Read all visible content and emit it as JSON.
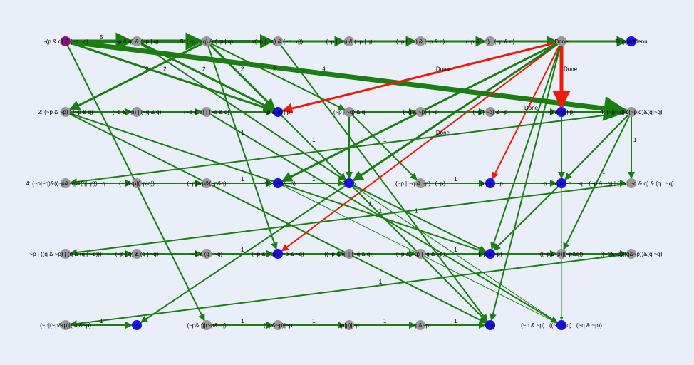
{
  "graph": {
    "colors": {
      "background": "#eaeef8",
      "edge_green": "#1a7f10",
      "edge_red": "#ee1a0a",
      "node_gray": "#999999",
      "node_blue": "#1a10ee",
      "node_purple": "#8a1080"
    },
    "nodes": [
      {
        "id": "n00",
        "label": "~(p & q) & (~p | q)",
        "color": "purple",
        "row": 0,
        "col": 0
      },
      {
        "id": "n01",
        "label": "~p & q) & (~p | q)",
        "color": "gray",
        "row": 0,
        "col": 1
      },
      {
        "id": "n02",
        "label": "5: (~p | ~q) & (~p | q)",
        "color": "gray",
        "row": 0,
        "col": 2
      },
      {
        "id": "n03",
        "label": "((~p | ~q) & (~p | q))",
        "color": "gray",
        "row": 0,
        "col": 3
      },
      {
        "id": "n04",
        "label": "(~p | ~q) & (~p | q)",
        "color": "gray",
        "row": 0,
        "col": 4
      },
      {
        "id": "n05",
        "label": "(~p | ~q) & (~p & q)",
        "color": "gray",
        "row": 0,
        "col": 5
      },
      {
        "id": "n06",
        "label": "(~p & ~q) | (~p & q)",
        "color": "gray",
        "row": 0,
        "col": 6
      },
      {
        "id": "n07",
        "label": "Done",
        "color": "gray",
        "row": 0,
        "col": 7
      },
      {
        "id": "n08",
        "label": "TriggerMenu",
        "color": "blue",
        "row": 0,
        "col": 8
      },
      {
        "id": "n10",
        "label": "2: (~p & ~p) | (~p & q)",
        "color": "gray",
        "row": 1,
        "col": 0
      },
      {
        "id": "n11",
        "label": "(~q & ~p) | (~q & q)",
        "color": "gray",
        "row": 1,
        "col": 1
      },
      {
        "id": "n12",
        "label": "(~p & q) | (~q & q)",
        "color": "gray",
        "row": 1,
        "col": 2
      },
      {
        "id": "n13",
        "label": "~p & (q | p)",
        "color": "blue",
        "row": 1,
        "col": 3
      },
      {
        "id": "n14",
        "label": "(~p | ~q) & q",
        "color": "gray",
        "row": 1,
        "col": 4
      },
      {
        "id": "n15",
        "label": "(~q & ~p) | ~p",
        "color": "gray",
        "row": 1,
        "col": 5
      },
      {
        "id": "n16",
        "label": "(~p | ~q) & ~p",
        "color": "gray",
        "row": 1,
        "col": 6
      },
      {
        "id": "n17",
        "label": "(p & q) | p)",
        "color": "blue",
        "row": 1,
        "col": 7
      },
      {
        "id": "n18",
        "label": "4: (~p|~q)&(~p|q)&(q|~q)",
        "color": "gray",
        "row": 1,
        "col": 8
      },
      {
        "id": "n20",
        "label": "4: (~p|~q)&((~p&~q)&(q|~p))|~q",
        "color": "gray",
        "row": 2,
        "col": 0
      },
      {
        "id": "n21",
        "label": "(~p&q)|(~p|q))",
        "color": "gray",
        "row": 2,
        "col": 1
      },
      {
        "id": "n22",
        "label": "(~p|~q)&(~p&q)",
        "color": "gray",
        "row": 2,
        "col": 2
      },
      {
        "id": "n23",
        "label": "~p|(~p&q&~p)",
        "color": "blue",
        "row": 2,
        "col": 3
      },
      {
        "id": "n24",
        "label": "2: ~p",
        "color": "blue",
        "row": 2,
        "col": 4
      },
      {
        "id": "n25",
        "label": "(~p | ~q & ~p) | (~p)",
        "color": "gray",
        "row": 2,
        "col": 5
      },
      {
        "id": "n26",
        "label": "~p | p | ~p",
        "color": "blue",
        "row": 2,
        "col": 6
      },
      {
        "id": "n27",
        "label": "~p | ~q & ~p | ~q",
        "color": "blue",
        "row": 2,
        "col": 7
      },
      {
        "id": "n28",
        "label": "(~p & ~q) | (~p | ~q & q) & (q | ~q)",
        "color": "gray",
        "row": 2,
        "col": 8
      },
      {
        "id": "n30",
        "label": "~p | ((q & ~p) | (q & (q | ~q)))",
        "color": "gray",
        "row": 3,
        "col": 0
      },
      {
        "id": "n31",
        "label": "(~p | q) & (q | ~q)",
        "color": "gray",
        "row": 3,
        "col": 1
      },
      {
        "id": "n32",
        "label": "~p & (q | ~q)",
        "color": "gray",
        "row": 3,
        "col": 2
      },
      {
        "id": "n33",
        "label": "(~p & ~q) | (~p & ~q)",
        "color": "blue",
        "row": 3,
        "col": 3
      },
      {
        "id": "n34",
        "label": "((~p & q) | (~q & q))",
        "color": "gray",
        "row": 3,
        "col": 4
      },
      {
        "id": "n35",
        "label": "(~p & ~q) | (q & ~p)",
        "color": "gray",
        "row": 3,
        "col": 5
      },
      {
        "id": "n36",
        "label": "(~p & ~p)",
        "color": "blue",
        "row": 3,
        "col": 6
      },
      {
        "id": "n37",
        "label": "((~p&~p)|(~p&q))",
        "color": "gray",
        "row": 3,
        "col": 7
      },
      {
        "id": "n38",
        "label": "((~q&~p)|(q&~p))&(q|~q)",
        "color": "gray",
        "row": 3,
        "col": 8
      },
      {
        "id": "n40",
        "label": "(~p|(~p&q))|(~q&~p)",
        "color": "gray",
        "row": 4,
        "col": 0
      },
      {
        "id": "n41",
        "label": "~p",
        "color": "blue",
        "row": 4,
        "col": 1
      },
      {
        "id": "n42",
        "label": "(~p&q)|(~p&~q)",
        "color": "gray",
        "row": 4,
        "col": 2
      },
      {
        "id": "n43",
        "label": "(~p&~p)|~p",
        "color": "gray",
        "row": 4,
        "col": 3
      },
      {
        "id": "n44",
        "label": "(p|p)|~p",
        "color": "gray",
        "row": 4,
        "col": 4
      },
      {
        "id": "n45",
        "label": "~p&~p",
        "color": "gray",
        "row": 4,
        "col": 5
      },
      {
        "id": "n46",
        "label": "(~p)",
        "color": "blue",
        "row": 4,
        "col": 6
      },
      {
        "id": "n47",
        "label": "(~p & ~p) | ((~q & q) | (~q & ~p))",
        "color": "blue",
        "row": 4,
        "col": 7
      }
    ],
    "edges": [
      {
        "from": "n00",
        "to": "n01",
        "color": "green",
        "weight": 5,
        "label": "5"
      },
      {
        "from": "n01",
        "to": "n02",
        "color": "green",
        "weight": 5,
        "label": ""
      },
      {
        "from": "n02",
        "to": "n03",
        "color": "green",
        "weight": 4,
        "label": ""
      },
      {
        "from": "n03",
        "to": "n04",
        "color": "green",
        "weight": 3,
        "label": ""
      },
      {
        "from": "n04",
        "to": "n05",
        "color": "green",
        "weight": 3,
        "label": ""
      },
      {
        "from": "n05",
        "to": "n06",
        "color": "green",
        "weight": 3,
        "label": ""
      },
      {
        "from": "n06",
        "to": "n07",
        "color": "green",
        "weight": 3,
        "label": ""
      },
      {
        "from": "n07",
        "to": "n08",
        "color": "green",
        "weight": 3,
        "label": ""
      },
      {
        "from": "n00",
        "to": "n18",
        "color": "green",
        "weight": 7,
        "label": "4"
      },
      {
        "from": "n00",
        "to": "n13",
        "color": "green",
        "weight": 3,
        "label": "2"
      },
      {
        "from": "n01",
        "to": "n13",
        "color": "green",
        "weight": 3,
        "label": "2"
      },
      {
        "from": "n02",
        "to": "n13",
        "color": "green",
        "weight": 3,
        "label": "2"
      },
      {
        "from": "n02",
        "to": "n10",
        "color": "green",
        "weight": 3,
        "label": "2"
      },
      {
        "from": "n02",
        "to": "n14",
        "color": "green",
        "weight": 2,
        "label": "2"
      },
      {
        "from": "n07",
        "to": "n13",
        "color": "red",
        "weight": 3,
        "label": "Done"
      },
      {
        "from": "n07",
        "to": "n17",
        "color": "red",
        "weight": 5,
        "label": "Done"
      },
      {
        "from": "n07",
        "to": "n26",
        "color": "red",
        "weight": 2,
        "label": ""
      },
      {
        "from": "n07",
        "to": "n33",
        "color": "red",
        "weight": 2,
        "label": "Done"
      },
      {
        "from": "n07",
        "to": "n23",
        "color": "green",
        "weight": 3,
        "label": ""
      },
      {
        "from": "n07",
        "to": "n24",
        "color": "green",
        "weight": 3,
        "label": ""
      },
      {
        "from": "n07",
        "to": "n36",
        "color": "green",
        "weight": 2,
        "label": ""
      },
      {
        "from": "n07",
        "to": "n46",
        "color": "green",
        "weight": 2,
        "label": ""
      },
      {
        "from": "n10",
        "to": "n11",
        "color": "green",
        "weight": 2,
        "label": ""
      },
      {
        "from": "n11",
        "to": "n12",
        "color": "green",
        "weight": 2,
        "label": ""
      },
      {
        "from": "n12",
        "to": "n13",
        "color": "green",
        "weight": 2,
        "label": ""
      },
      {
        "from": "n14",
        "to": "n15",
        "color": "green",
        "weight": 2,
        "label": ""
      },
      {
        "from": "n15",
        "to": "n16",
        "color": "green",
        "weight": 2,
        "label": ""
      },
      {
        "from": "n16",
        "to": "n17",
        "color": "green",
        "weight": 2,
        "label": "Done"
      },
      {
        "from": "n17",
        "to": "n18",
        "color": "green",
        "weight": 2,
        "label": ""
      },
      {
        "from": "n10",
        "to": "n46",
        "color": "green",
        "weight": 2,
        "label": ""
      },
      {
        "from": "n10",
        "to": "n36",
        "color": "green",
        "weight": 2,
        "label": ""
      },
      {
        "from": "n13",
        "to": "n24",
        "color": "green",
        "weight": 2,
        "label": "1"
      },
      {
        "from": "n14",
        "to": "n24",
        "color": "green",
        "weight": 2,
        "label": ""
      },
      {
        "from": "n14",
        "to": "n25",
        "color": "green",
        "weight": 2,
        "label": "1"
      },
      {
        "from": "n17",
        "to": "n27",
        "color": "green",
        "weight": 2,
        "label": ""
      },
      {
        "from": "n17",
        "to": "n47",
        "color": "green",
        "weight": 1,
        "label": ""
      },
      {
        "from": "n18",
        "to": "n28",
        "color": "green",
        "weight": 2,
        "label": "1"
      },
      {
        "from": "n18",
        "to": "n37",
        "color": "green",
        "weight": 2,
        "label": "1"
      },
      {
        "from": "n18",
        "to": "n27",
        "color": "green",
        "weight": 2,
        "label": ""
      },
      {
        "from": "n18",
        "to": "n20",
        "color": "green",
        "weight": 2,
        "label": ""
      },
      {
        "from": "n20",
        "to": "n21",
        "color": "green",
        "weight": 2,
        "label": ""
      },
      {
        "from": "n21",
        "to": "n22",
        "color": "green",
        "weight": 2,
        "label": ""
      },
      {
        "from": "n22",
        "to": "n23",
        "color": "green",
        "weight": 2,
        "label": "1"
      },
      {
        "from": "n23",
        "to": "n24",
        "color": "green",
        "weight": 2,
        "label": "1"
      },
      {
        "from": "n25",
        "to": "n26",
        "color": "green",
        "weight": 2,
        "label": "1"
      },
      {
        "from": "n26",
        "to": "n27",
        "color": "green",
        "weight": 2,
        "label": ""
      },
      {
        "from": "n27",
        "to": "n28",
        "color": "green",
        "weight": 2,
        "label": ""
      },
      {
        "from": "n24",
        "to": "n41",
        "color": "green",
        "weight": 2,
        "label": ""
      },
      {
        "from": "n24",
        "to": "n46",
        "color": "green",
        "weight": 2,
        "label": ""
      },
      {
        "from": "n24",
        "to": "n36",
        "color": "green",
        "weight": 2,
        "label": "1"
      },
      {
        "from": "n23",
        "to": "n47",
        "color": "green",
        "weight": 1,
        "label": ""
      },
      {
        "from": "n27",
        "to": "n36",
        "color": "green",
        "weight": 2,
        "label": ""
      },
      {
        "from": "n28",
        "to": "n30",
        "color": "green",
        "weight": 2,
        "label": "1"
      },
      {
        "from": "n30",
        "to": "n31",
        "color": "green",
        "weight": 2,
        "label": ""
      },
      {
        "from": "n31",
        "to": "n32",
        "color": "green",
        "weight": 2,
        "label": ""
      },
      {
        "from": "n32",
        "to": "n33",
        "color": "green",
        "weight": 2,
        "label": "1"
      },
      {
        "from": "n33",
        "to": "n34",
        "color": "green",
        "weight": 2,
        "label": ""
      },
      {
        "from": "n34",
        "to": "n35",
        "color": "green",
        "weight": 2,
        "label": ""
      },
      {
        "from": "n35",
        "to": "n36",
        "color": "green",
        "weight": 2,
        "label": "1"
      },
      {
        "from": "n36",
        "to": "n37",
        "color": "green",
        "weight": 2,
        "label": ""
      },
      {
        "from": "n37",
        "to": "n38",
        "color": "green",
        "weight": 2,
        "label": ""
      },
      {
        "from": "n38",
        "to": "n40",
        "color": "green",
        "weight": 2,
        "label": "1"
      },
      {
        "from": "n40",
        "to": "n41",
        "color": "green",
        "weight": 2,
        "label": "1"
      },
      {
        "from": "n00",
        "to": "n42",
        "color": "green",
        "weight": 2,
        "label": ""
      },
      {
        "from": "n42",
        "to": "n43",
        "color": "green",
        "weight": 2,
        "label": "1"
      },
      {
        "from": "n43",
        "to": "n44",
        "color": "green",
        "weight": 2,
        "label": "1"
      },
      {
        "from": "n44",
        "to": "n45",
        "color": "green",
        "weight": 2,
        "label": "1"
      },
      {
        "from": "n45",
        "to": "n46",
        "color": "green",
        "weight": 2,
        "label": "1"
      },
      {
        "from": "n02",
        "to": "n33",
        "color": "green",
        "weight": 2,
        "label": "1"
      },
      {
        "from": "n03",
        "to": "n46",
        "color": "green",
        "weight": 2,
        "label": ""
      },
      {
        "from": "n12",
        "to": "n47",
        "color": "green",
        "weight": 2,
        "label": "1"
      },
      {
        "from": "n24",
        "to": "n47",
        "color": "green",
        "weight": 1,
        "label": ""
      },
      {
        "from": "n01",
        "to": "n24",
        "color": "green",
        "weight": 2,
        "label": ""
      }
    ]
  }
}
